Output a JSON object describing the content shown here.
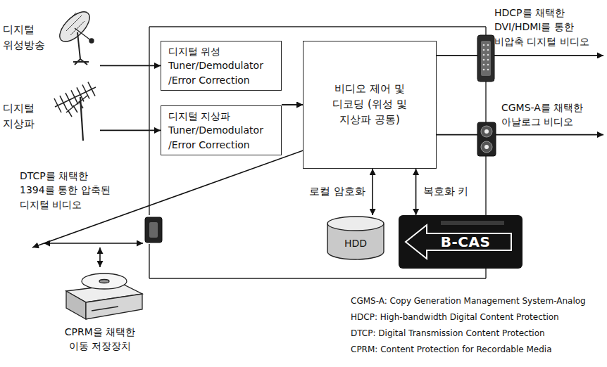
{
  "diagram": {
    "nodes": [
      {
        "text": [
          "디지털 위성방송"
        ]
      },
      {
        "text": [
          "디지털 지상파"
        ]
      },
      {
        "text": [
          "디지털 위성 Tuner/Demodulator /Error Correction"
        ]
      },
      {
        "text": [
          "디지털 지상파 Tuner/Demodulator /Error Correction"
        ]
      },
      {
        "text": [
          "비디오 제어 및 디코딩 (위성 및 지상파 공통)"
        ]
      },
      {
        "text": [
          "HDCP를 채택한 DVI/HDMI를 통한 비압축 디지털 비디오"
        ]
      },
      {
        "text": [
          "CGMS-A를 채택한 아날로그 비디오"
        ]
      },
      {
        "text": [
          "HDD"
        ]
      },
      {
        "text": [
          "B-CAS"
        ]
      },
      {
        "text": [
          "DTCP를 채택한 1394를 통한 압축된 디지털 비디오"
        ]
      },
      {
        "text": [
          "CPRM을 채택한 이동 저장장치"
        ]
      }
    ],
    "edges": [
      {
        "from": 0,
        "to": 2,
        "arrow": "to"
      },
      {
        "from": 1,
        "to": 3,
        "arrow": "to"
      },
      {
        "from": 2,
        "to": 4,
        "arrow": "to"
      },
      {
        "from": 3,
        "to": 4,
        "arrow": "to"
      },
      {
        "from": 4,
        "to": 5,
        "arrow": "to"
      },
      {
        "from": 4,
        "to": 6,
        "arrow": "to"
      },
      {
        "from": 4,
        "to": 7,
        "label": "로컬 암호화",
        "arrow": "both"
      },
      {
        "from": 4,
        "to": 8,
        "label": "복호화 키",
        "arrow": "both"
      },
      {
        "from": 4,
        "to": 9,
        "arrow": "both"
      },
      {
        "from": 9,
        "to": 10,
        "arrow": "both"
      }
    ],
    "labels": [
      "CGMS-A: Copy Generation Management System-Analog",
      "HDCP: High-bandwidth Digital Content Protection",
      "DTCP: Digital Transmission Content Protection",
      "CPRM: Content Protection for Recordable Media"
    ]
  }
}
